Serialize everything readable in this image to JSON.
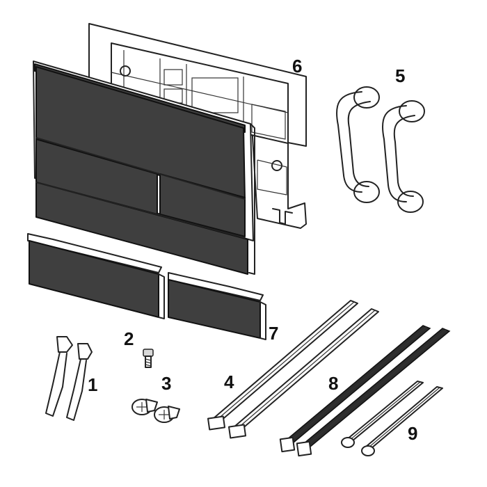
{
  "labels": {
    "part1": "1",
    "part2": "2",
    "part3": "3",
    "part4": "4",
    "part5": "5",
    "part6": "6",
    "part7": "7",
    "part8": "8",
    "part9": "9"
  },
  "colors": {
    "panel": "#3f3f3f",
    "outline": "#222222",
    "background": "#ffffff"
  }
}
